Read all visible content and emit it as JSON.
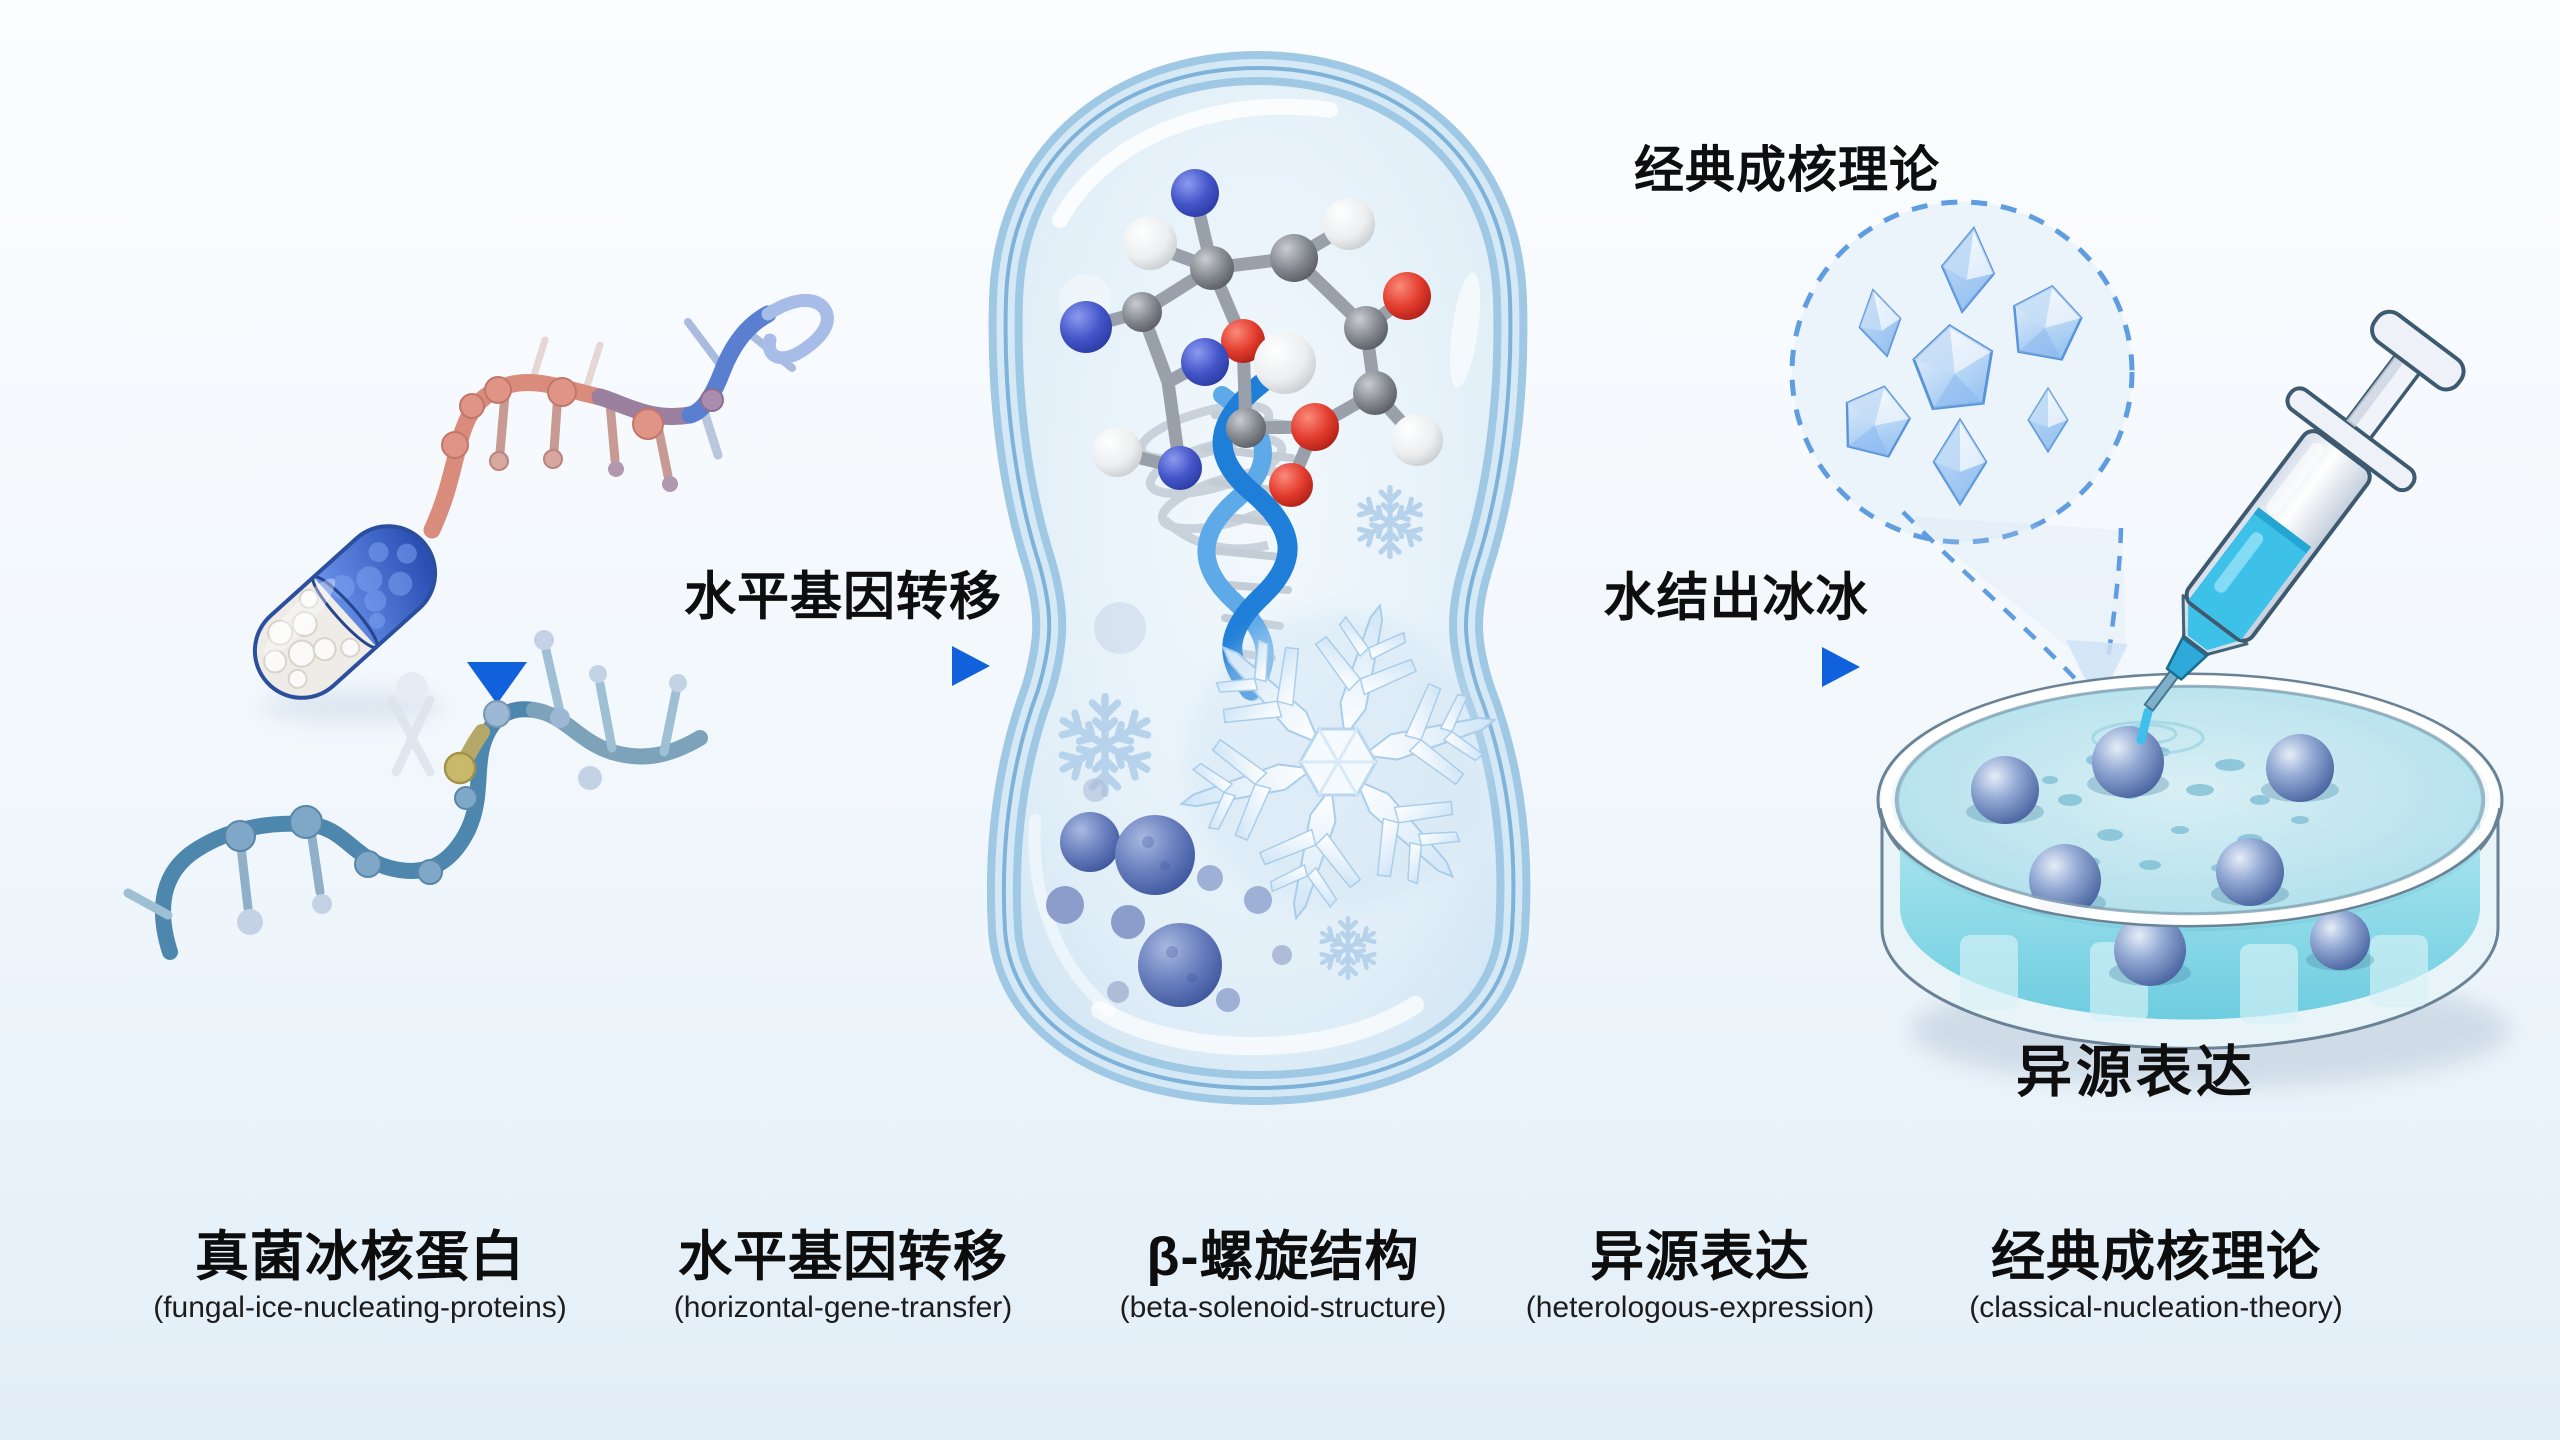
{
  "labels": {
    "horizontal_gene_transfer_arrow": "水平基因转移",
    "freezing_arrow": "水结出冰冰",
    "classical_nucleation_theory": "经典成核理论",
    "heterologous_expression_dish": "异源表达"
  },
  "glossary": [
    {
      "zh": "真菌冰核蛋白",
      "en": "(fungal-ice-nucleating-proteins)"
    },
    {
      "zh": "水平基因转移",
      "en": "(horizontal-gene-transfer)"
    },
    {
      "zh": "β-螺旋结构",
      "en": "(beta-solenoid-structure)"
    },
    {
      "zh": "异源表达",
      "en": "(heterologous-expression)"
    },
    {
      "zh": "经典成核理论",
      "en": "(classical-nucleation-theory)"
    }
  ],
  "colors": {
    "arrow_blue": "#1161dc",
    "cell_membrane_blue": "#9fc8e4",
    "ice_blue": "#9dc6f2",
    "petri_cyan": "#7fd2e2",
    "text": "#0e0e0e",
    "background": "#eef4fa"
  }
}
